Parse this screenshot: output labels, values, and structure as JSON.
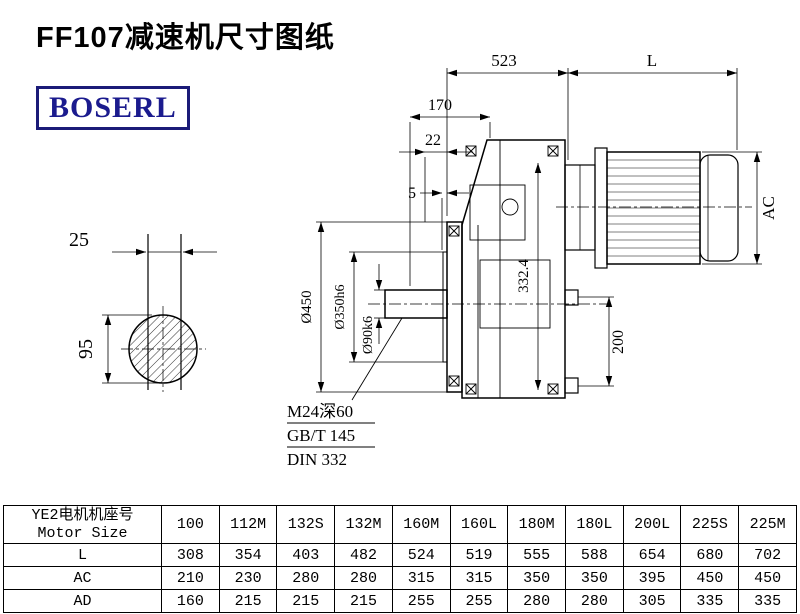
{
  "page": {
    "title": "FF107减速机尺寸图纸",
    "brand": "BOSERL"
  },
  "drawing": {
    "dim_523": "523",
    "dim_L": "L",
    "dim_170": "170",
    "dim_22": "22",
    "dim_5": "5",
    "dim_25": "25",
    "dim_95": "95",
    "dim_AC": "AC",
    "dim_332_4": "332.4",
    "dim_200": "200",
    "dim_d450": "Ø450",
    "dim_d350": "Ø350h6",
    "dim_d90": "Ø90k6",
    "note_thread": "M24深60",
    "note_gb": "GB/T 145",
    "note_din": "DIN 332"
  },
  "table": {
    "header": {
      "cn": "YE2电机机座号",
      "en": "Motor Size"
    },
    "columns": [
      "100",
      "112M",
      "132S",
      "132M",
      "160M",
      "160L",
      "180M",
      "180L",
      "200L",
      "225S",
      "225M"
    ],
    "rows": [
      {
        "label": "L",
        "values": [
          "308",
          "354",
          "403",
          "482",
          "524",
          "519",
          "555",
          "588",
          "654",
          "680",
          "702"
        ]
      },
      {
        "label": "AC",
        "values": [
          "210",
          "230",
          "280",
          "280",
          "315",
          "315",
          "350",
          "350",
          "395",
          "450",
          "450"
        ]
      },
      {
        "label": "AD",
        "values": [
          "160",
          "215",
          "215",
          "215",
          "255",
          "255",
          "280",
          "280",
          "305",
          "335",
          "335"
        ]
      }
    ]
  }
}
